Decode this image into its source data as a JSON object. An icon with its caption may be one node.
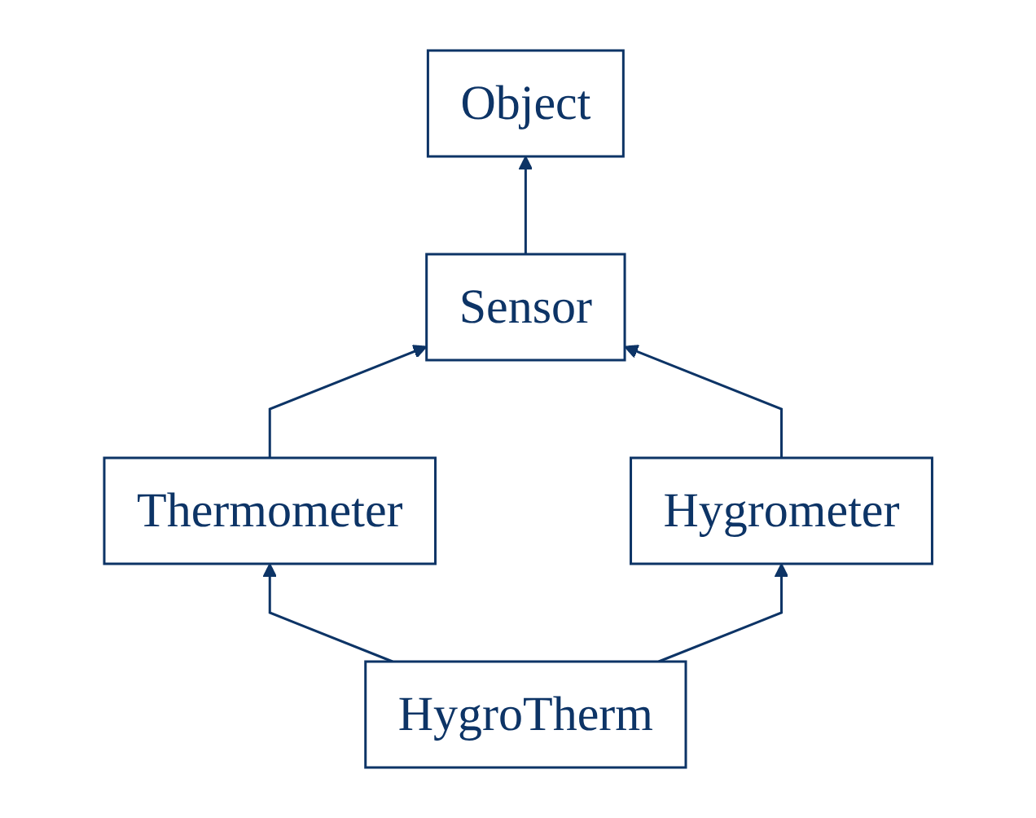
{
  "diagram": {
    "nodes": [
      {
        "text": [
          "Object"
        ]
      },
      {
        "text": [
          "Sensor"
        ]
      },
      {
        "text": [
          "Thermometer"
        ]
      },
      {
        "text": [
          "Hygrometer"
        ]
      },
      {
        "text": [
          "HygroTherm"
        ]
      }
    ],
    "edges": [
      {
        "from": 1,
        "to": 0,
        "arrow": "to"
      },
      {
        "from": 2,
        "to": 1,
        "arrow": "to"
      },
      {
        "from": 3,
        "to": 1,
        "arrow": "to"
      },
      {
        "from": 4,
        "to": 2,
        "arrow": "to"
      },
      {
        "from": 4,
        "to": 3,
        "arrow": "to"
      }
    ]
  }
}
